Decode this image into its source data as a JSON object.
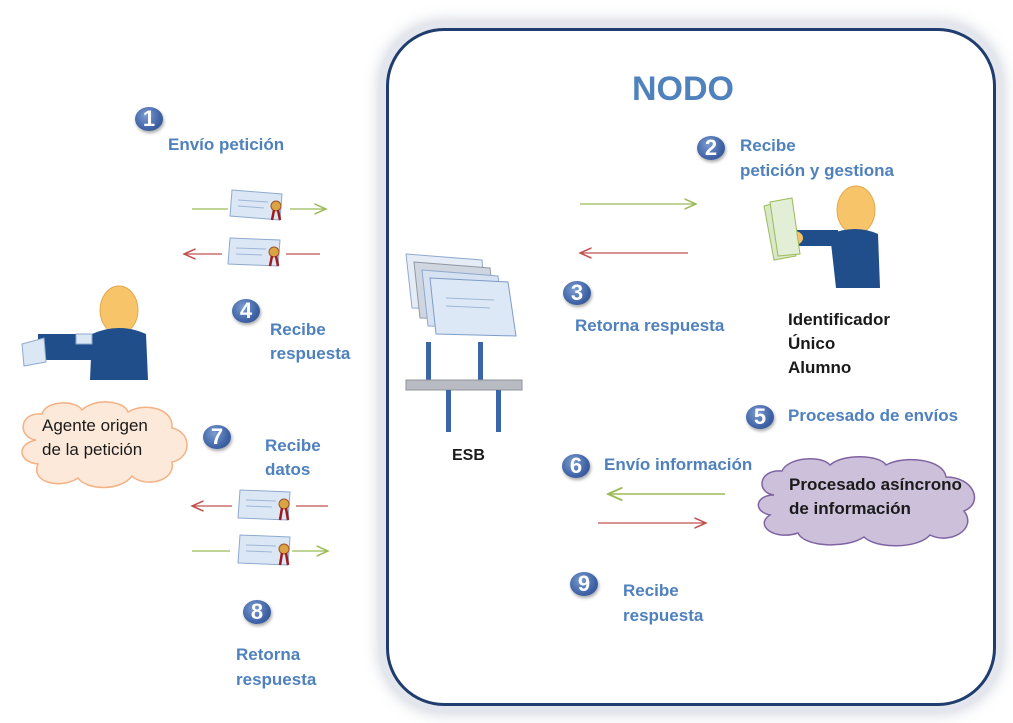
{
  "node": {
    "title": "NODO"
  },
  "steps": [
    {
      "num": "1",
      "label": "Envío  petición"
    },
    {
      "num": "2",
      "label_line1": "Recibe",
      "label_line2": "petición y gestiona"
    },
    {
      "num": "3",
      "label": "Retorna respuesta"
    },
    {
      "num": "4",
      "label_line1": "Recibe",
      "label_line2": "respuesta"
    },
    {
      "num": "5",
      "label": "Procesado de envíos"
    },
    {
      "num": "6",
      "label": "Envío  información"
    },
    {
      "num": "7",
      "label_line1": "Recibe",
      "label_line2": "datos"
    },
    {
      "num": "8",
      "label_line1": "Retorna",
      "label_line2": "respuesta"
    },
    {
      "num": "9",
      "label_line1": "Recibe",
      "label_line2": "respuesta"
    }
  ],
  "esb": {
    "label": "ESB"
  },
  "identifier": {
    "line1": "Identificador",
    "line2": "Único",
    "line3": "Alumno"
  },
  "agent_cloud": {
    "line1": "Agente origen",
    "line2": "de la petición"
  },
  "async_cloud": {
    "line1": "Procesado  asíncrono",
    "line2": "de información"
  },
  "colors": {
    "accent": "#4f81bd",
    "border": "#1f3d6e",
    "green_arrow": "#9bbb59",
    "red_arrow": "#c0504d",
    "cloud_orange": "#fde9d9",
    "cloud_purple": "#ccc0da"
  }
}
